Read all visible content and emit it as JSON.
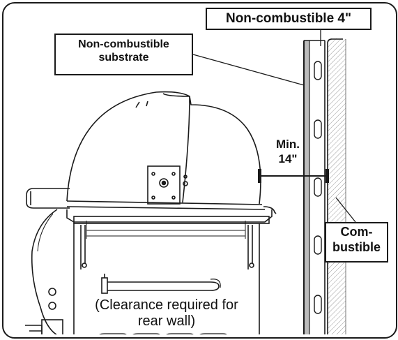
{
  "labels": {
    "noncombustible_4": "Non-combustible 4\"",
    "noncombustible_substrate_line1": "Non-combustible",
    "noncombustible_substrate_line2": "substrate",
    "min_line1": "Min.",
    "min_line2": "14\"",
    "combustible_line1": "Com-",
    "combustible_line2": "bustible",
    "clearance_line1": "(Clearance required for",
    "clearance_line2": "rear wall)"
  },
  "colors": {
    "stroke": "#1a1a1a",
    "hatch": "#9a9a9a",
    "background": "#ffffff"
  }
}
